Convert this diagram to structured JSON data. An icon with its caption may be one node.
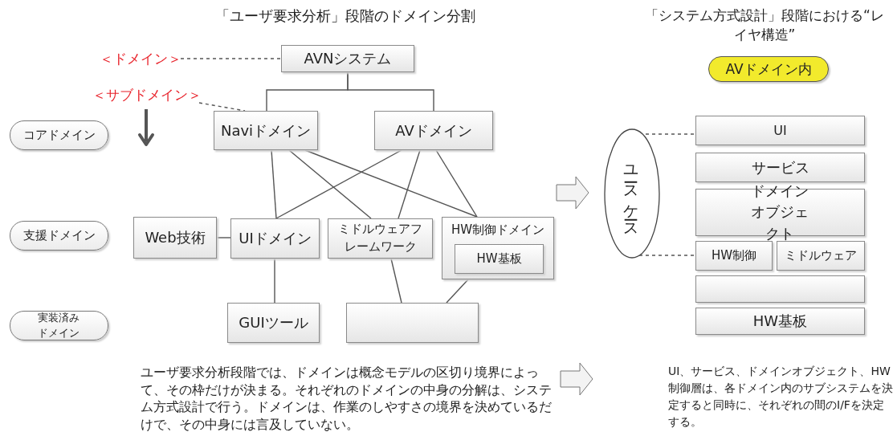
{
  "diagram": {
    "title": "「ユーザ要求分析」段階のドメイン分割",
    "nodes": [
      {
        "text": [
          "＜ドメイン＞"
        ]
      },
      {
        "text": [
          "AVNシステム"
        ]
      },
      {
        "text": [
          "＜サブドメイン＞"
        ]
      },
      {
        "text": [
          "コアドメイン"
        ]
      },
      {
        "text": [
          "Naviドメイン"
        ]
      },
      {
        "text": [
          "AVドメイン"
        ]
      },
      {
        "text": [
          "支援ドメイン"
        ]
      },
      {
        "text": [
          "Web技術"
        ]
      },
      {
        "text": [
          "UIドメイン"
        ]
      },
      {
        "text": [
          "ミドルウェアフレームワーク"
        ]
      },
      {
        "text": [
          "HW制御ドメイン"
        ]
      },
      {
        "text": [
          "HW基板"
        ],
        "in": 10
      },
      {
        "text": [
          "実装済みドメイン"
        ]
      },
      {
        "text": [
          "GUIツール"
        ]
      },
      {
        "text": [],
        "shape": "box"
      },
      {
        "text": [
          "AVドメイン内"
        ]
      },
      {
        "text": [
          "ユースケース"
        ]
      },
      {
        "text": [
          "UI"
        ]
      },
      {
        "text": [
          "サービス"
        ]
      },
      {
        "text": [
          "ドメインオブジェクト"
        ]
      },
      {
        "text": [
          "HW制御"
        ]
      },
      {
        "text": [
          "ミドルウェア"
        ]
      },
      {
        "text": [],
        "shape": "box"
      },
      {
        "text": [
          "HW基板"
        ]
      }
    ],
    "edges": [
      {
        "from": 0,
        "to": 1,
        "arrow": "none",
        "style": "dashed"
      },
      {
        "from": 2,
        "to": 4,
        "arrow": "none",
        "style": "dashed"
      },
      {
        "from": 1,
        "to": 4,
        "arrow": "none"
      },
      {
        "from": 1,
        "to": 5,
        "arrow": "none"
      },
      {
        "from": 4,
        "to": 8,
        "arrow": "none"
      },
      {
        "from": 4,
        "to": 9,
        "arrow": "none"
      },
      {
        "from": 4,
        "to": 10,
        "arrow": "none"
      },
      {
        "from": 5,
        "to": 8,
        "arrow": "none"
      },
      {
        "from": 5,
        "to": 9,
        "arrow": "none"
      },
      {
        "from": 5,
        "to": 10,
        "arrow": "none"
      },
      {
        "from": 7,
        "to": 8,
        "arrow": "none"
      },
      {
        "from": 8,
        "to": 13,
        "arrow": "none"
      },
      {
        "from": 9,
        "to": 14,
        "arrow": "none"
      },
      {
        "from": 10,
        "to": 14,
        "arrow": "none"
      },
      {
        "from": 16,
        "to": 17,
        "arrow": "none",
        "style": "dashed"
      },
      {
        "from": 16,
        "to": 20,
        "arrow": "none",
        "style": "dashed"
      }
    ],
    "labels": [
      "「システム方式設計」段階における“レイヤ構造”",
      "ユーザ要求分析段階では、ドメインは概念モデルの区切り境界によって、その枠だけが決まる。それぞれのドメインの中身の分解は、システム方式設計で行う。ドメインは、作業のしやすさの境界を決めているだけで、その中身には言及していない。",
      "UI、サービス、ドメインオブジェクト、HW制御層は、各ドメイン内のサブシステムを決定すると同時に、それぞれの間のI/Fを決定する。"
    ]
  }
}
